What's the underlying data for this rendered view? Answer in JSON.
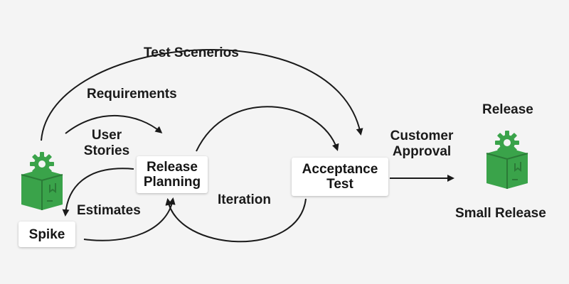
{
  "nodes": {
    "spike": "Spike",
    "release_planning": [
      "Release",
      "Planning"
    ],
    "acceptance_test": [
      "Acceptance",
      "Test"
    ]
  },
  "labels": {
    "test_scenarios": "Test Scenerios",
    "requirements": "Requirements",
    "user_stories": [
      "User",
      "Stories"
    ],
    "estimates": "Estimates",
    "iteration": "Iteration",
    "customer_approval": [
      "Customer",
      "Approval"
    ],
    "release": "Release",
    "small_release": "Small Release"
  },
  "icons": {
    "left": "package-gear-icon",
    "right": "package-gear-icon"
  },
  "colors": {
    "icon_green": "#3aa34a",
    "icon_dark": "#2b7a37",
    "arrow": "#1a1a1a"
  }
}
